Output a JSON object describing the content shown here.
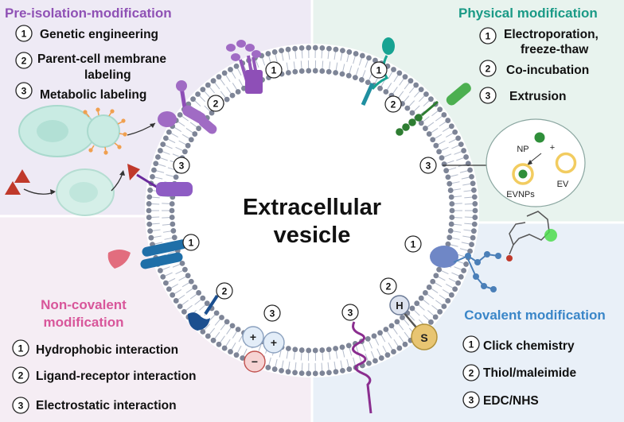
{
  "center": {
    "line1": "Extracellular",
    "line2": "vesicle"
  },
  "quadrants": {
    "pre_isolation": {
      "title": "Pre-isolation-modification",
      "color": "#8f51b5",
      "items": [
        {
          "num": "1",
          "label": "Genetic engineering"
        },
        {
          "num": "2",
          "label_line1": "Parent-cell membrane",
          "label_line2": "labeling"
        },
        {
          "num": "3",
          "label": "Metabolic labeling"
        }
      ]
    },
    "physical": {
      "title": "Physical modification",
      "color": "#1a9a86",
      "items": [
        {
          "num": "1",
          "label_line1": "Electroporation,",
          "label_line2": "freeze-thaw"
        },
        {
          "num": "2",
          "label": "Co-incubation"
        },
        {
          "num": "3",
          "label": "Extrusion"
        }
      ],
      "inset": {
        "np": "NP",
        "plus": "+",
        "evnps": "EVNPs",
        "ev": "EV"
      }
    },
    "non_covalent": {
      "title_line1": "Non-covalent",
      "title_line2": "modification",
      "color": "#d8569a",
      "items": [
        {
          "num": "1",
          "label": "Hydrophobic interaction"
        },
        {
          "num": "2",
          "label": "Ligand-receptor interaction"
        },
        {
          "num": "3",
          "label": "Electrostatic interaction"
        }
      ]
    },
    "covalent": {
      "title": "Covalent modification",
      "color": "#3a86c8",
      "items": [
        {
          "num": "1",
          "label": "Click chemistry"
        },
        {
          "num": "2",
          "label": "Thiol/maleimide"
        },
        {
          "num": "3",
          "label": "EDC/NHS"
        }
      ]
    }
  },
  "membrane_markers": [
    "1",
    "2",
    "3",
    "1",
    "2",
    "3",
    "1",
    "2",
    "3",
    "1",
    "2",
    "3"
  ],
  "charges": {
    "plus": "+",
    "minus": "−"
  },
  "thiol": {
    "h": "H",
    "s": "S"
  }
}
